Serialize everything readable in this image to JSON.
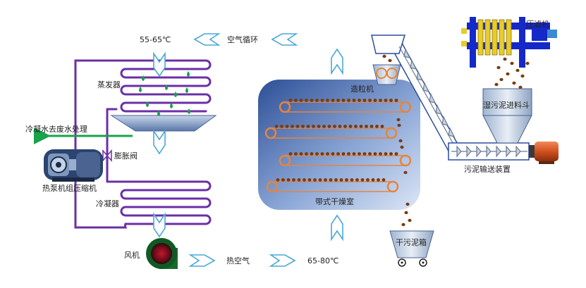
{
  "labels": {
    "temp_top": "55-65℃",
    "air_cycle": "空气循环",
    "evaporator": "蒸发器",
    "condensate": "冷凝水去废水处理",
    "expansion_valve": "膨胀阀",
    "compressor": "热泵机组压缩机",
    "condenser": "冷凝器",
    "fan": "风机",
    "hot_air": "热空气",
    "temp_bottom": "65-80℃",
    "granulator": "造粒机",
    "dryer": "带式干燥室",
    "dry_sludge_box": "干污泥箱",
    "filter_press": "压滤机",
    "wet_hopper": "湿污泥进料斗",
    "sludge_conveyor": "污泥输送装置"
  },
  "colors": {
    "pipe": "#6b2fa6",
    "arrow": "#4aa8d8",
    "condensate": "#19a34a",
    "belt": "#e8843a",
    "sludge": "#7a3a10",
    "press_blue": "#1528c8",
    "press_yellow": "#e8cc28"
  }
}
